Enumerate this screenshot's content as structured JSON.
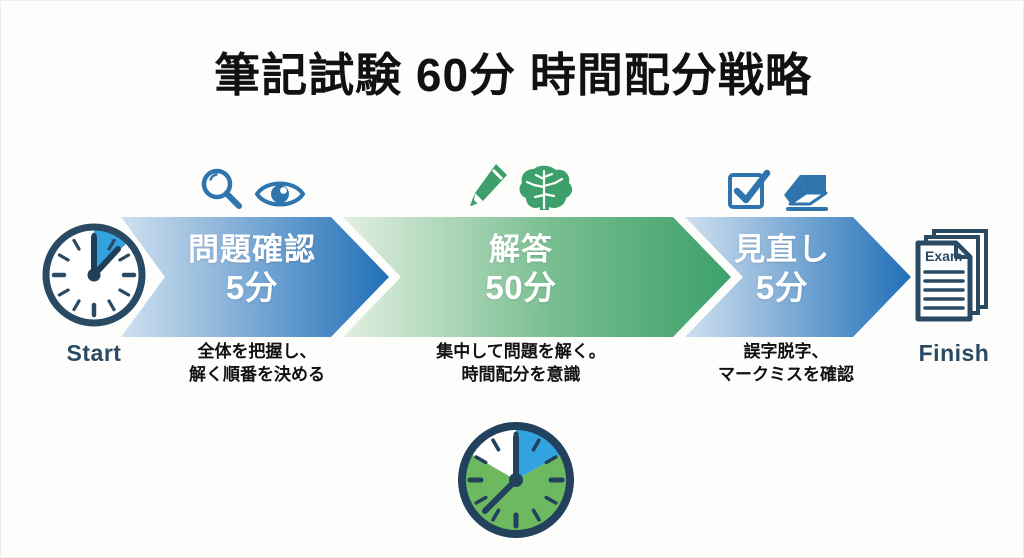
{
  "page": {
    "title": "筆記試験 60分 時間配分戦略",
    "background_color": "#fdfdfb",
    "total_minutes": 60
  },
  "colors": {
    "navy": "#2a4a63",
    "blue_dark": "#2170b8",
    "blue_light": "#cfe0ef",
    "blue_accent": "#33a3e0",
    "green_dark": "#3da06a",
    "green_light": "#d8e8d6",
    "icon_blue": "#2f74ad",
    "icon_green": "#3da06a",
    "text_black": "#111111"
  },
  "start_cap": {
    "icon": "clock-icon",
    "label": "Start"
  },
  "finish_cap": {
    "icon": "exam-papers-icon",
    "paper_label": "Exam",
    "label": "Finish"
  },
  "stages": [
    {
      "id": "check",
      "name": "問題確認",
      "time": "5分",
      "minutes": 5,
      "icons": [
        "magnifier-icon",
        "eye-icon"
      ],
      "icon_color": "#2f74ad",
      "caption_lines": [
        "全体を把握し、",
        "解く順番を決める"
      ],
      "fill_from": "#cfe0ef",
      "fill_to": "#2170b8"
    },
    {
      "id": "answer",
      "name": "解答",
      "time": "50分",
      "minutes": 50,
      "icons": [
        "pencil-icon",
        "brain-icon"
      ],
      "icon_color": "#3da06a",
      "caption_lines": [
        "集中して問題を解く。",
        "時間配分を意識"
      ],
      "fill_from": "#d8e8d6",
      "fill_to": "#3da06a"
    },
    {
      "id": "review",
      "name": "見直し",
      "time": "5分",
      "minutes": 5,
      "icons": [
        "checkbox-checked-icon",
        "eraser-icon"
      ],
      "icon_color": "#2f74ad",
      "caption_lines": [
        "誤字脱字、",
        "マークミスを確認"
      ],
      "fill_from": "#cfe0ef",
      "fill_to": "#2170b8"
    }
  ],
  "bottom_clock": {
    "icon": "pie-clock-icon",
    "blue_segment_minutes": 5,
    "green_segment_minutes": 50
  }
}
